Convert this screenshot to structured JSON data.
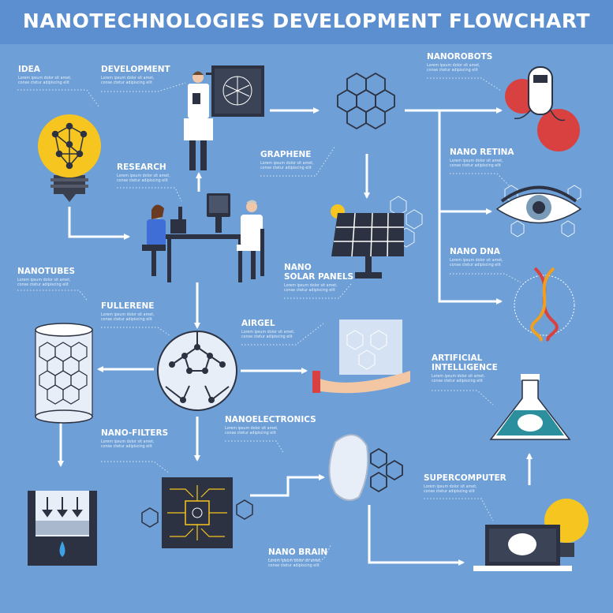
{
  "header": {
    "title": "NANOTECHNOLOGIES DEVELOPMENT FLOWCHART"
  },
  "colors": {
    "background": "#6e9fd6",
    "header": "#5b8fd0",
    "arrow": "#ffffff",
    "dark": "#2c3242",
    "bulb": "#f7c51f",
    "red": "#d94040"
  },
  "nodes": {
    "idea": {
      "label": "IDEA",
      "desc": "Lorem ipsum dolor sit amet, conse ctetur adipiscing elit"
    },
    "development": {
      "label": "DEVELOPMENT",
      "desc": "Lorem ipsum dolor sit amet, conse ctetur adipiscing elit"
    },
    "research": {
      "label": "RESEARCH",
      "desc": "Lorem ipsum dolor sit amet, conse ctetur adipiscing elit"
    },
    "graphene": {
      "label": "GRAPHENE",
      "desc": "Lorem ipsum dolor sit amet, conse ctetur adipiscing elit"
    },
    "nanorobots": {
      "label": "NANOROBOTS",
      "desc": "Lorem ipsum dolor sit amet, conse ctetur adipiscing elit"
    },
    "nano_retina": {
      "label": "NANO RETINA",
      "desc": "Lorem ipsum dolor sit amet, conse ctetur adipiscing elit"
    },
    "nano_dna": {
      "label": "NANO DNA",
      "desc": "Lorem ipsum dolor sit amet, conse ctetur adipiscing elit"
    },
    "nano_solar_panels": {
      "label1": "NANO",
      "label2": "SOLAR PANELS",
      "desc": "Lorem ipsum dolor sit amet, conse ctetur adipiscing elit"
    },
    "nanotubes": {
      "label": "NANOTUBES",
      "desc": "Lorem ipsum dolor sit amet, conse ctetur adipiscing elit"
    },
    "fullerene": {
      "label": "FULLERENE",
      "desc": "Lorem ipsum dolor sit amet, conse ctetur adipiscing elit"
    },
    "airgel": {
      "label": "AIRGEL",
      "desc": "Lorem ipsum dolor sit amet, conse ctetur adipiscing elit"
    },
    "artificial_intelligence": {
      "label1": "ARTIFICIAL",
      "label2": "INTELLIGENCE",
      "desc": "Lorem ipsum dolor sit amet, conse ctetur adipiscing elit"
    },
    "nano_filters": {
      "label": "NANO-FILTERS",
      "desc": "Lorem ipsum dolor sit amet, conse ctetur adipiscing elit"
    },
    "nanoelectronics": {
      "label": "NANOELECTRONICS",
      "desc": "Lorem ipsum dolor sit amet, conse ctetur adipiscing elit"
    },
    "supercomputer": {
      "label": "SUPERCOMPUTER",
      "desc": "Lorem ipsum dolor sit amet, conse ctetur adipiscing elit"
    },
    "nano_brain": {
      "label": "NANO BRAIN",
      "desc": "Lorem ipsum dolor sit amet, conse ctetur adipiscing elit"
    }
  }
}
